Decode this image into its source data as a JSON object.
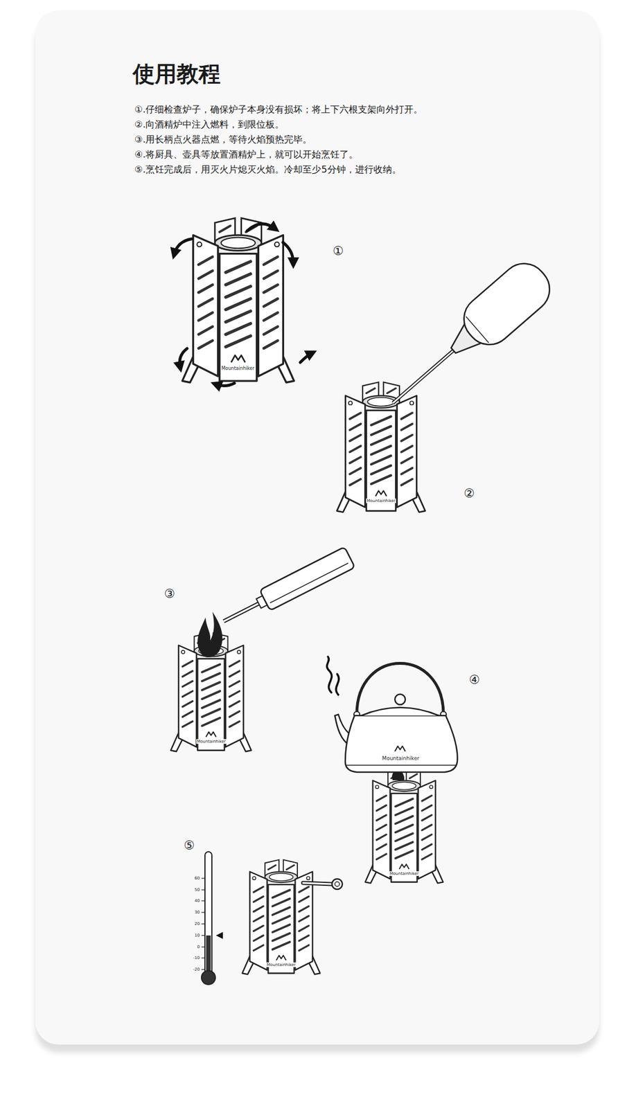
{
  "diagram": {
    "title": "使用教程",
    "labels": [
      "①.仔细检查炉子，确保炉子本身没有损坏；将上下六根支架向外打开。",
      "②.向酒精炉中注入燃料，到限位板。",
      "③.用长柄点火器点燃，等待火焰预热完毕。",
      "④.将厨具、壶具等放置酒精炉上，就可以开始烹饪了。",
      "⑤.烹饪完成后，用灭火片熄灭火焰。冷却至少5分钟，进行收纳。",
      "①",
      "Mountainhiker",
      "②",
      "Mountainhiker",
      "③",
      "Mountainhiker",
      "④",
      "Mountainhiker",
      "Mountainhiker",
      "⑤",
      "60",
      "50",
      "40",
      "30",
      "20",
      "10",
      "0",
      "-10",
      "-20",
      "Mountainhiker"
    ]
  }
}
